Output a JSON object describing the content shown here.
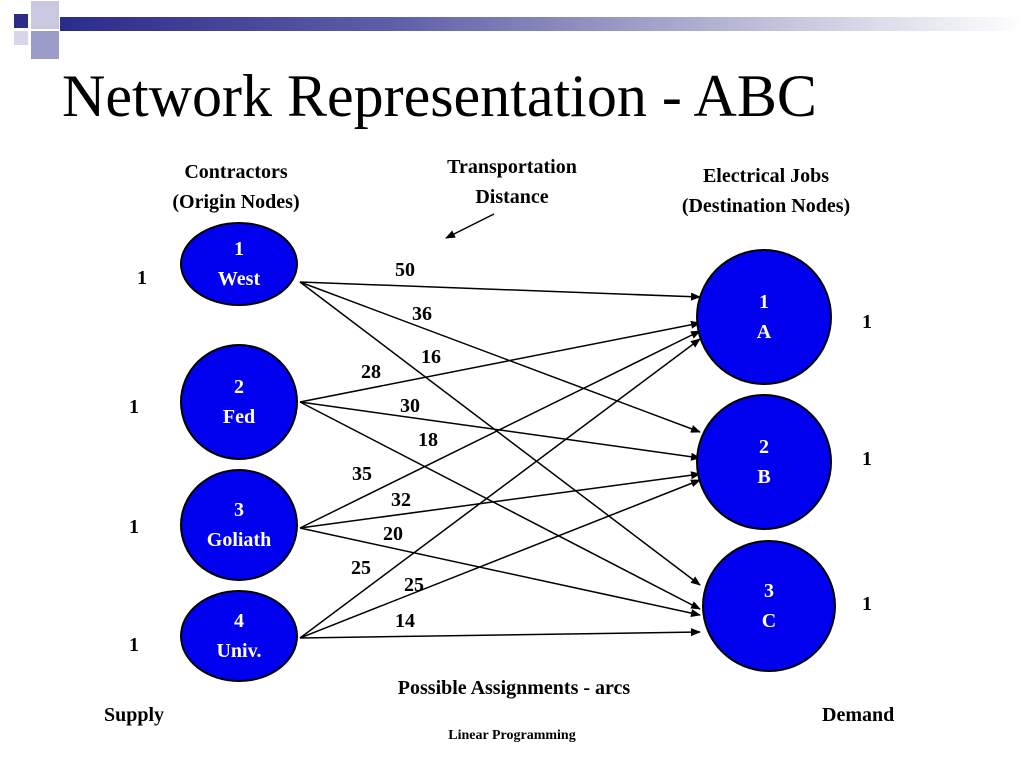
{
  "title": "Network Representation - ABC",
  "headers": {
    "origin_line1": "Contractors",
    "origin_line2": "(Origin Nodes)",
    "transport_line1": "Transportation",
    "transport_line2": "Distance",
    "dest_line1": "Electrical Jobs",
    "dest_line2": "(Destination Nodes)"
  },
  "origins": [
    {
      "id": "1",
      "name": "West",
      "supply": "1"
    },
    {
      "id": "2",
      "name": "Fed",
      "supply": "1"
    },
    {
      "id": "3",
      "name": "Goliath",
      "supply": "1"
    },
    {
      "id": "4",
      "name": "Univ.",
      "supply": "1"
    }
  ],
  "destinations": [
    {
      "id": "1",
      "name": "A",
      "demand": "1"
    },
    {
      "id": "2",
      "name": "B",
      "demand": "1"
    },
    {
      "id": "3",
      "name": "C",
      "demand": "1"
    }
  ],
  "arcs": [
    {
      "from": "1",
      "to": "A",
      "distance": "50"
    },
    {
      "from": "1",
      "to": "B",
      "distance": "36"
    },
    {
      "from": "1",
      "to": "C",
      "distance": "16"
    },
    {
      "from": "2",
      "to": "A",
      "distance": "28"
    },
    {
      "from": "2",
      "to": "B",
      "distance": "30"
    },
    {
      "from": "2",
      "to": "C",
      "distance": "18"
    },
    {
      "from": "3",
      "to": "A",
      "distance": "35"
    },
    {
      "from": "3",
      "to": "B",
      "distance": "32"
    },
    {
      "from": "3",
      "to": "C",
      "distance": "20"
    },
    {
      "from": "4",
      "to": "A",
      "distance": "25"
    },
    {
      "from": "4",
      "to": "B",
      "distance": "25"
    },
    {
      "from": "4",
      "to": "C",
      "distance": "14"
    }
  ],
  "arcs_caption": "Possible Assignments - arcs",
  "supply_label": "Supply",
  "demand_label": "Demand",
  "footer": "Linear Programming",
  "colors": {
    "node_fill": "#0000ee",
    "accent": "#2b2b8a"
  }
}
